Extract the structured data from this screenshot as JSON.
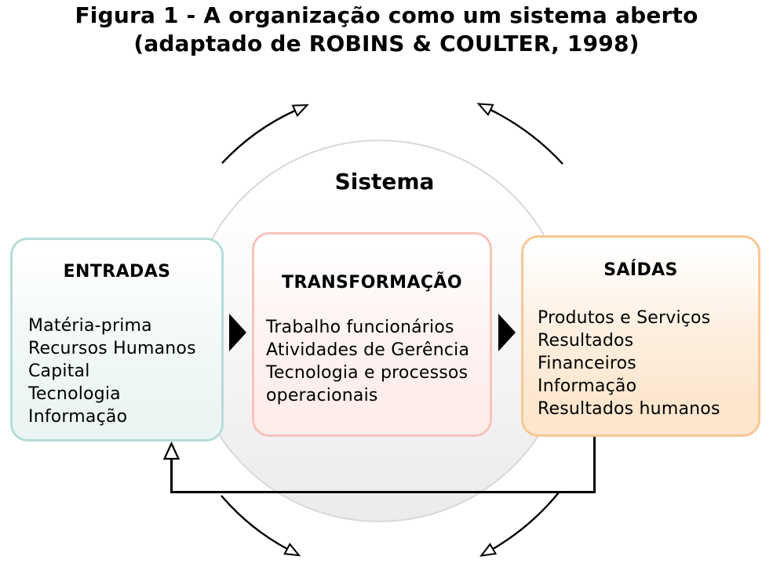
{
  "title": {
    "line1": "Figura 1 - A organização como um sistema aberto",
    "line2": "(adaptado de ROBINS & COULTER, 1998)"
  },
  "system_label": "Sistema",
  "boxes": {
    "entradas": {
      "header": "ENTRADAS",
      "lines": [
        "Matéria-prima",
        "Recursos Humanos",
        "Capital",
        "Tecnologia",
        "Informação"
      ]
    },
    "transformacao": {
      "header": "TRANSFORMAÇÃO",
      "lines": [
        "Trabalho funcionários",
        "Atividades de Gerência",
        "Tecnologia e processos",
        "operacionais"
      ]
    },
    "saidas": {
      "header": "SAÍDAS",
      "lines": [
        "Produtos e Serviços",
        "Resultados",
        "Financeiros",
        "Informação",
        "Resultados humanos"
      ]
    }
  },
  "icons": {
    "flow_arrow": "solid-black-right-triangle",
    "feedback_arrow": "elbow-line-with-open-up-arrowhead",
    "environment_arrows": "curved-lines-with-open-arrowheads"
  },
  "colors": {
    "entradas_border": "#b5ddd8",
    "entradas_tint": "#ecf5f4",
    "transformacao_border": "#f9c2bb",
    "transformacao_tint": "#fdedeb",
    "saidas_border": "#f8c795",
    "saidas_tint": "#fce6cd",
    "circle_border": "#d8d8d8",
    "circle_tint": "#ebebeb",
    "line_color": "#000000",
    "text_color": "#000000"
  }
}
